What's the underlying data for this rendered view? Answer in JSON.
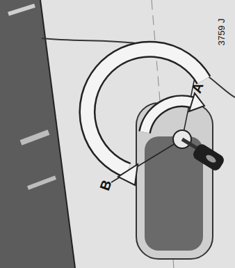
{
  "diagram": {
    "labels": [
      "A",
      "B",
      "3759 J"
    ]
  }
}
